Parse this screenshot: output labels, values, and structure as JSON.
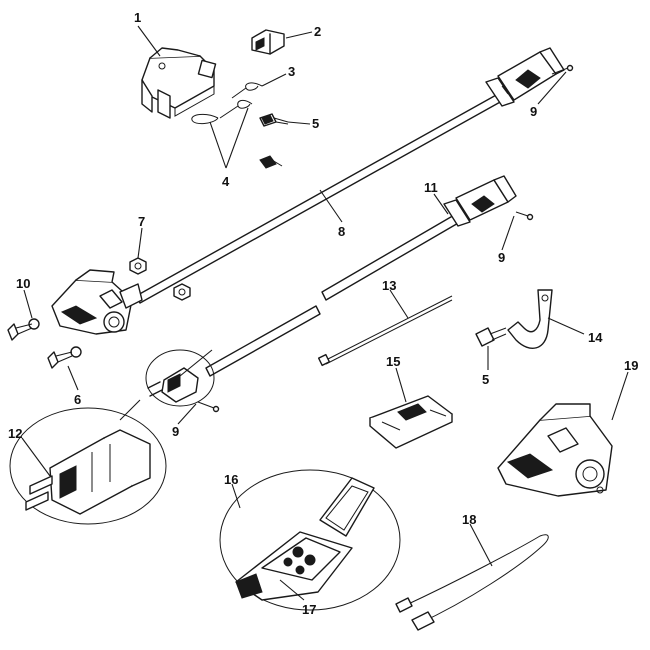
{
  "callouts": [
    {
      "id": "1",
      "text": "1"
    },
    {
      "id": "2",
      "text": "2"
    },
    {
      "id": "3",
      "text": "3"
    },
    {
      "id": "4",
      "text": "4"
    },
    {
      "id": "5a",
      "text": "5"
    },
    {
      "id": "5b",
      "text": "5"
    },
    {
      "id": "6",
      "text": "6"
    },
    {
      "id": "7",
      "text": "7"
    },
    {
      "id": "8",
      "text": "8"
    },
    {
      "id": "9a",
      "text": "9"
    },
    {
      "id": "9b",
      "text": "9"
    },
    {
      "id": "9c",
      "text": "9"
    },
    {
      "id": "10",
      "text": "10"
    },
    {
      "id": "11",
      "text": "11"
    },
    {
      "id": "12",
      "text": "12"
    },
    {
      "id": "13",
      "text": "13"
    },
    {
      "id": "14",
      "text": "14"
    },
    {
      "id": "15",
      "text": "15"
    },
    {
      "id": "16",
      "text": "16"
    },
    {
      "id": "17",
      "text": "17"
    },
    {
      "id": "18",
      "text": "18"
    },
    {
      "id": "19",
      "text": "19"
    }
  ],
  "colors": {
    "ink": "#1a1a1a",
    "background": "#ffffff"
  }
}
